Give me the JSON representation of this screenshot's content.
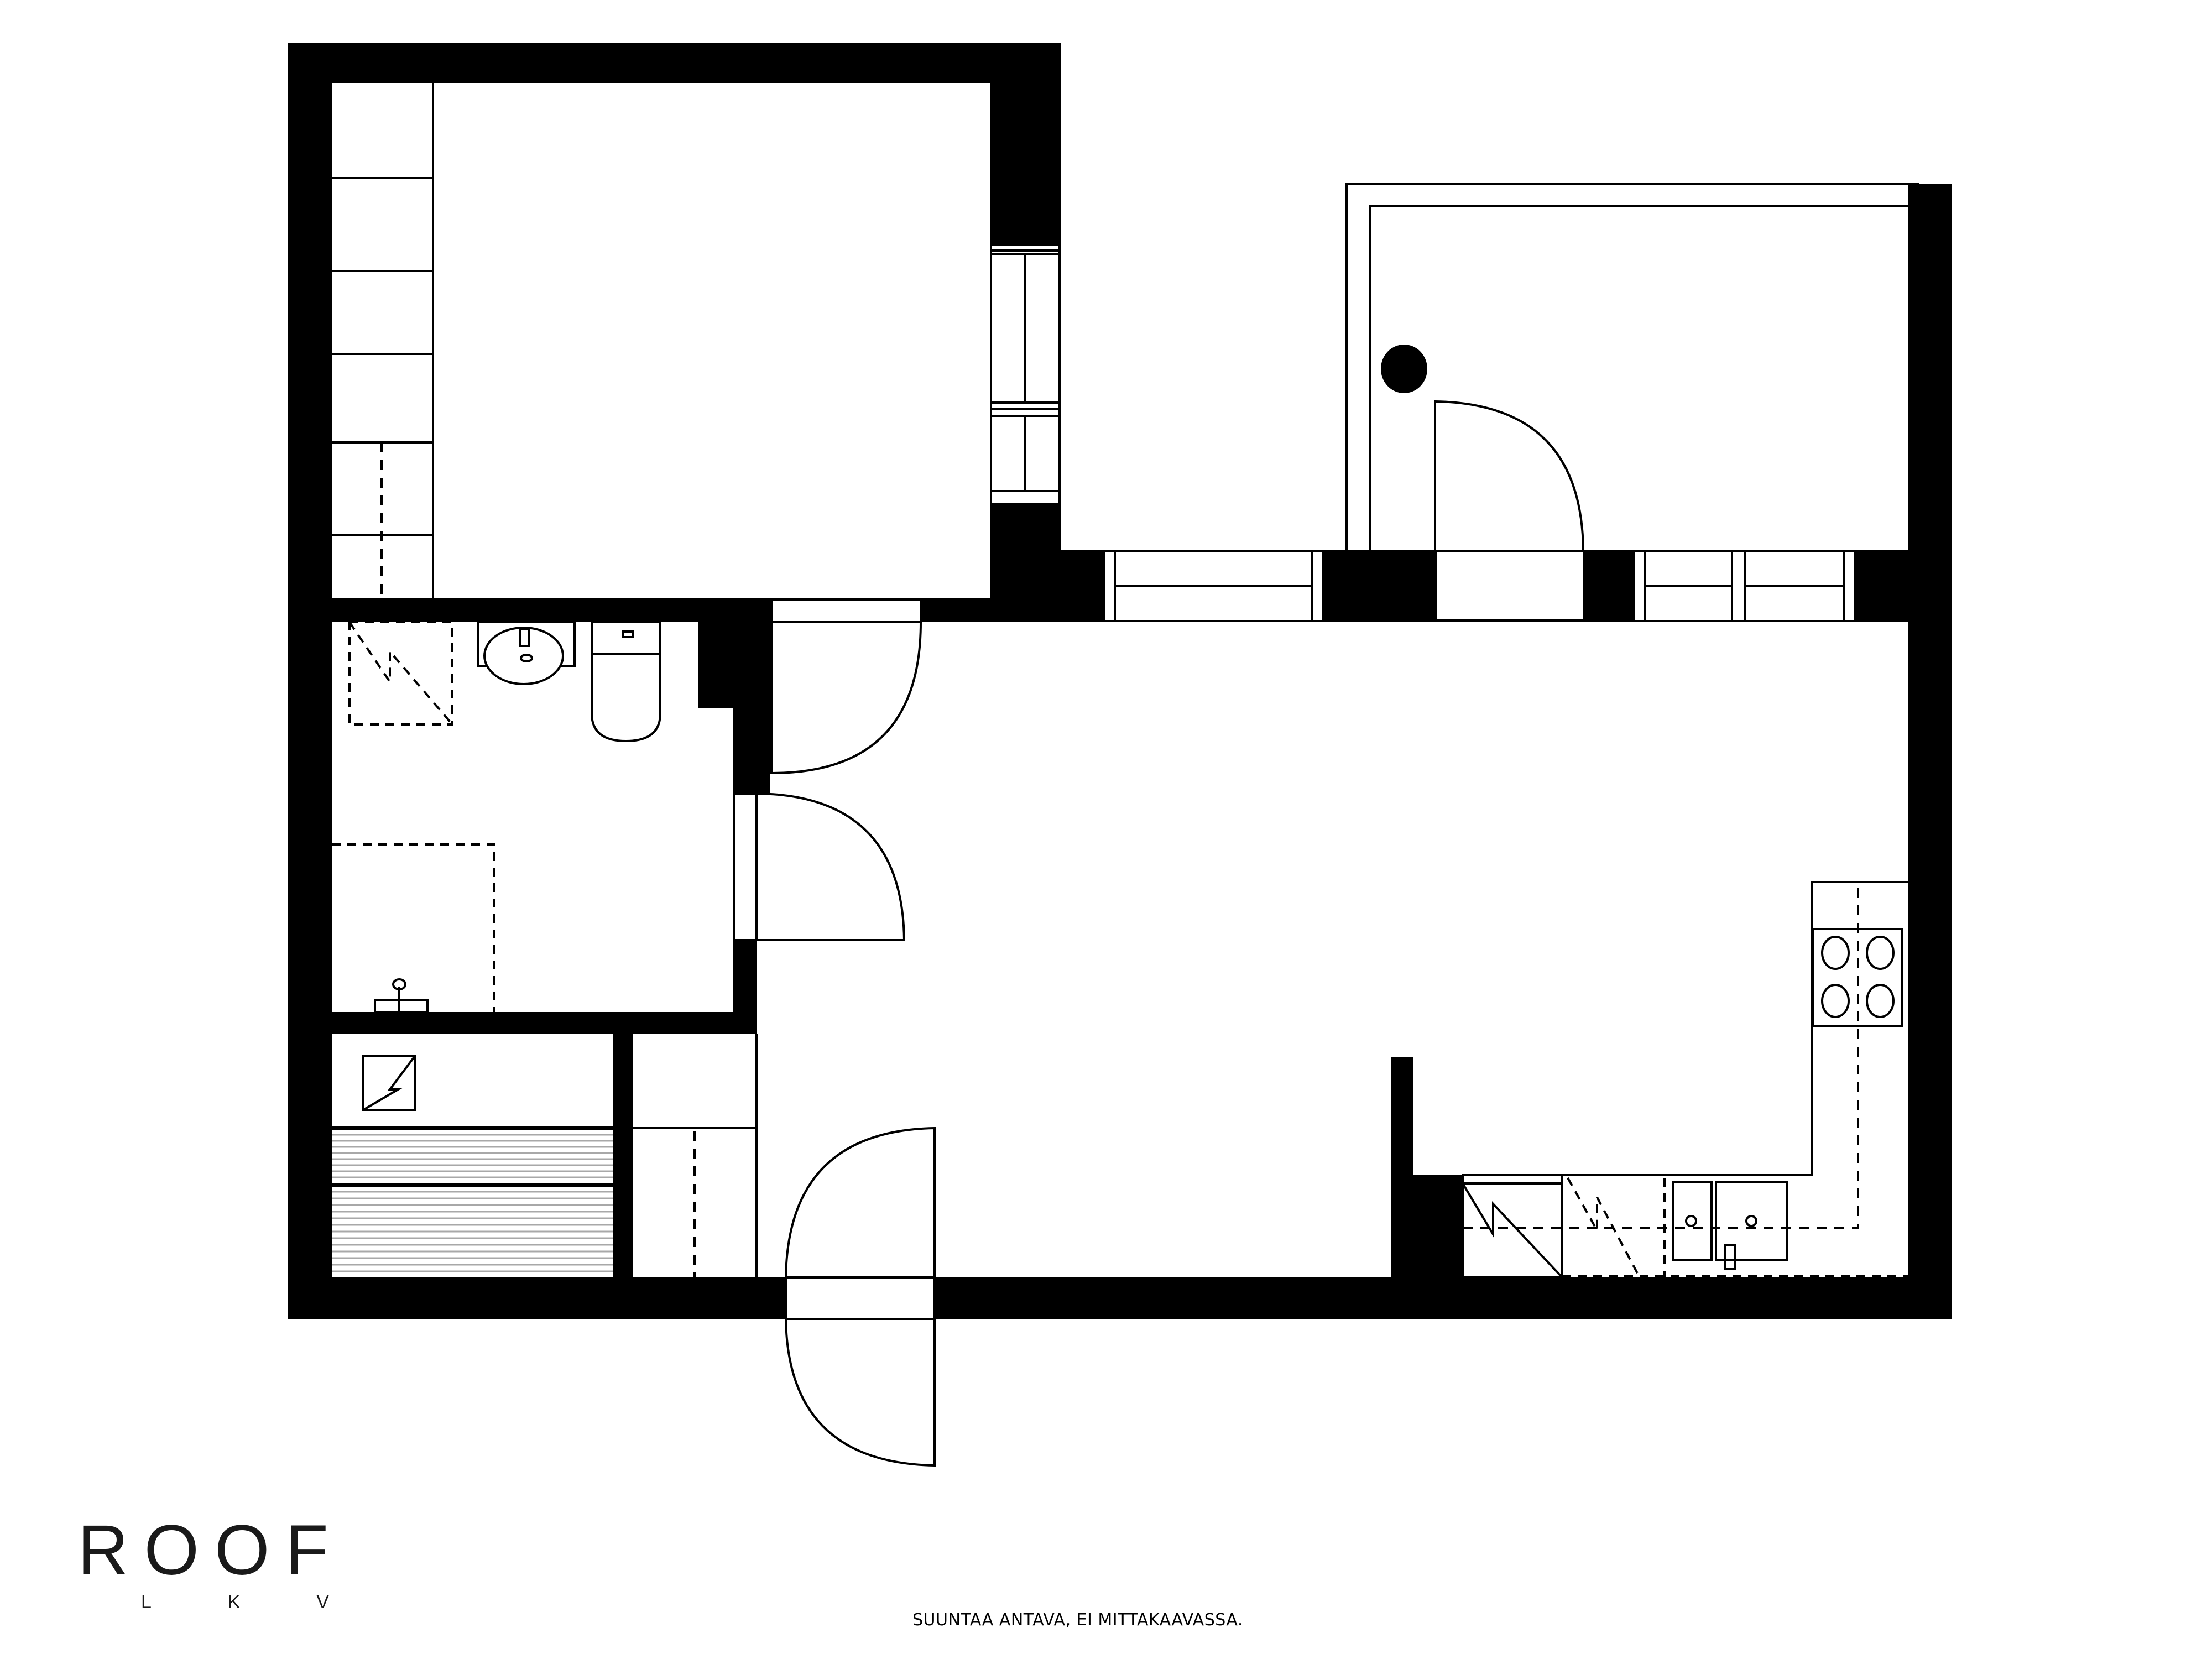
{
  "logo": {
    "main_text": "ROOF",
    "sub_letters": [
      "L",
      "K",
      "V"
    ]
  },
  "disclaimer": "SUUNTAA ANTAVA, EI MITTAKAAVASSA.",
  "colors": {
    "wall": "#000000",
    "background": "#ffffff",
    "line": "#000000",
    "hatch": "#a8a8a8"
  },
  "plan": {
    "rooms": [
      {
        "id": "bedroom",
        "label": ""
      },
      {
        "id": "bathroom",
        "label": ""
      },
      {
        "id": "sauna",
        "label": ""
      },
      {
        "id": "entry-closet",
        "label": ""
      },
      {
        "id": "living-kitchen",
        "label": ""
      },
      {
        "id": "balcony",
        "label": ""
      }
    ],
    "fixtures": [
      "wardrobe",
      "washbasin",
      "toilet",
      "shower",
      "washing-machine-space",
      "electrical-panel",
      "sauna-benches",
      "stove-4-burner",
      "sink",
      "dishwasher",
      "refrigerator",
      "kitchen-cabinets"
    ],
    "icons": [
      "electrical-panel-icon",
      "washbasin-icon",
      "toilet-icon",
      "stove-icon",
      "sink-icon",
      "door-swing-icon",
      "window-icon",
      "column-icon"
    ]
  }
}
